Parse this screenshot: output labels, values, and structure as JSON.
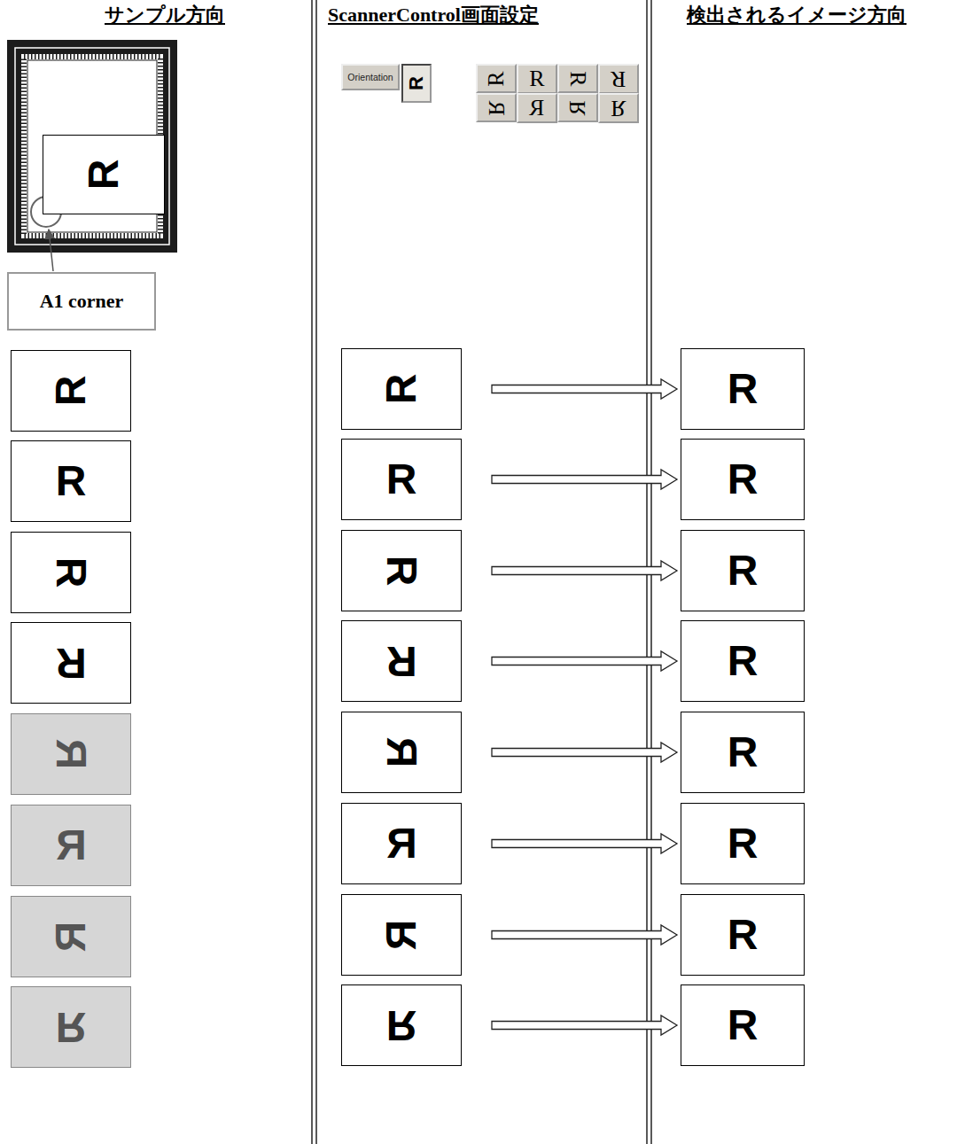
{
  "diagram": {
    "nodes": [
      {
        "text": [
          "R"
        ]
      },
      {
        "text": [
          "A1 corner"
        ]
      },
      {
        "text": [
          "Orientation"
        ]
      },
      {
        "text": [
          "R"
        ]
      },
      {
        "text": [
          "R"
        ]
      },
      {
        "text": [
          "R"
        ]
      },
      {
        "text": [
          "R"
        ]
      },
      {
        "text": [
          "R"
        ]
      },
      {
        "text": [
          "R"
        ]
      },
      {
        "text": [
          "R"
        ]
      },
      {
        "text": [
          "R"
        ]
      },
      {
        "text": [
          "R"
        ]
      },
      {
        "text": [
          "R"
        ]
      },
      {
        "text": [
          "R"
        ]
      },
      {
        "text": [
          "R"
        ]
      },
      {
        "text": [
          "R"
        ]
      },
      {
        "text": [
          "R"
        ]
      },
      {
        "text": [
          "R"
        ]
      },
      {
        "text": [
          "R"
        ]
      },
      {
        "text": [
          "R"
        ]
      },
      {
        "text": [
          "R"
        ]
      },
      {
        "text": [
          "R"
        ]
      },
      {
        "text": [
          "R"
        ]
      },
      {
        "text": [
          "R"
        ]
      },
      {
        "text": [
          "R"
        ]
      },
      {
        "text": [
          "R"
        ]
      },
      {
        "text": [
          "R"
        ]
      },
      {
        "text": [
          "R"
        ]
      },
      {
        "text": [
          "R"
        ]
      },
      {
        "text": [
          "R"
        ]
      },
      {
        "text": [
          "R"
        ]
      },
      {
        "text": [
          "R"
        ]
      },
      {
        "text": [
          "R"
        ]
      },
      {
        "text": [
          "R"
        ]
      },
      {
        "text": [
          "R"
        ]
      },
      {
        "text": [
          "R"
        ]
      }
    ],
    "edges": [
      {
        "from": 13,
        "to": 14,
        "arrow": "to"
      },
      {
        "from": 16,
        "to": 17,
        "arrow": "to"
      },
      {
        "from": 19,
        "to": 20,
        "arrow": "to"
      },
      {
        "from": 22,
        "to": 23,
        "arrow": "to"
      },
      {
        "from": 25,
        "to": 26,
        "arrow": "to"
      },
      {
        "from": 28,
        "to": 29,
        "arrow": "to"
      },
      {
        "from": 31,
        "to": 32,
        "arrow": "to"
      },
      {
        "from": 34,
        "to": 35,
        "arrow": "to"
      }
    ],
    "labels": [
      "サンプル方向",
      "ScannerControl画面設定",
      "検出されるイメージ方向"
    ]
  }
}
